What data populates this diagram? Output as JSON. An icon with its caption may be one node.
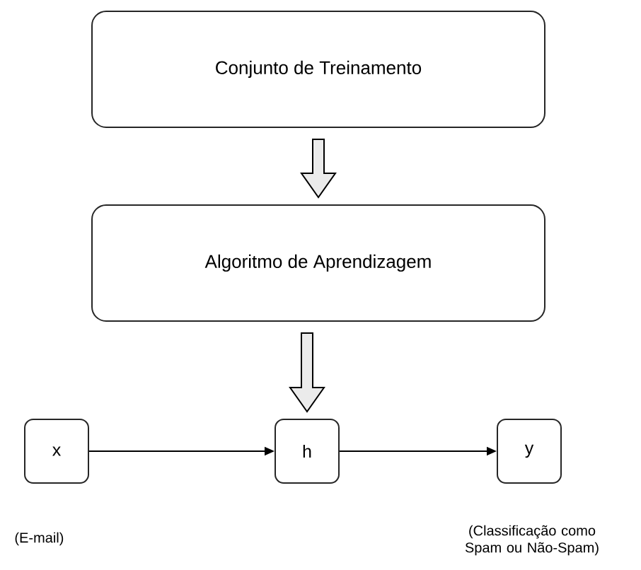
{
  "diagram": {
    "nodes": [
      {
        "text": [
          "Conjunto de Treinamento"
        ]
      },
      {
        "text": [
          "Algoritmo de Aprendizagem"
        ]
      },
      {
        "text": [
          "x"
        ],
        "beside": [
          "(E-mail)"
        ]
      },
      {
        "text": [
          "h"
        ]
      },
      {
        "text": [
          "y"
        ],
        "beside": [
          "(Classificação como Spam ou Não-Spam)"
        ]
      }
    ],
    "edges": [
      {
        "from": 0,
        "to": 1,
        "arrow": "to",
        "style": "thick"
      },
      {
        "from": 1,
        "to": 3,
        "arrow": "to",
        "style": "thick"
      },
      {
        "from": 2,
        "to": 3,
        "arrow": "to"
      },
      {
        "from": 3,
        "to": 4,
        "arrow": "to"
      }
    ]
  }
}
